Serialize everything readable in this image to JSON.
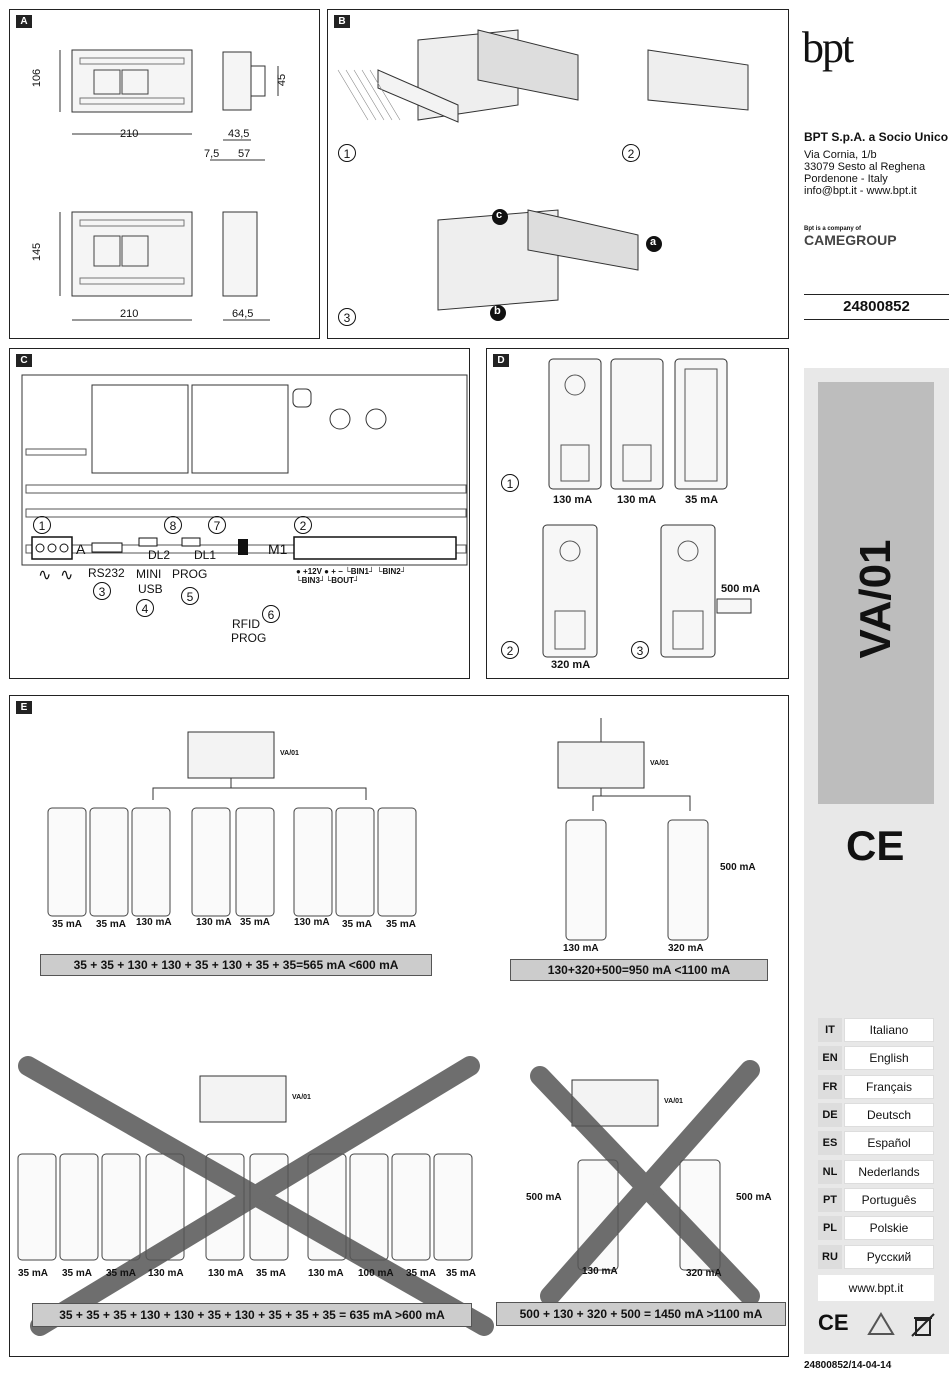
{
  "panels": {
    "a": "A",
    "b": "B",
    "c": "C",
    "d": "D",
    "e": "E"
  },
  "company": {
    "logo": "bpt",
    "name": "BPT S.p.A. a Socio Unico",
    "address": [
      "Via Cornia, 1/b",
      "33079 Sesto al Reghena",
      "Pordenone - Italy",
      "info@bpt.it - www.bpt.it"
    ],
    "group_small": "Bpt is a company of",
    "group_logo": "CAMEGROUP",
    "doc_code": "24800852"
  },
  "product": {
    "model": "VA/01",
    "ce": "CE"
  },
  "languages": [
    {
      "code": "IT",
      "name": "Italiano"
    },
    {
      "code": "EN",
      "name": "English"
    },
    {
      "code": "FR",
      "name": "Français"
    },
    {
      "code": "DE",
      "name": "Deutsch"
    },
    {
      "code": "ES",
      "name": "Español"
    },
    {
      "code": "NL",
      "name": "Nederlands"
    },
    {
      "code": "PT",
      "name": "Português"
    },
    {
      "code": "PL",
      "name": "Polskie"
    },
    {
      "code": "RU",
      "name": "Русский"
    }
  ],
  "website": "www.bpt.it",
  "footer_code": "24800852/14-04-14",
  "panel_a": {
    "h1": "106",
    "w1": "210",
    "d1": "45",
    "d2": "43,5",
    "d3": "7,5",
    "d4": "57",
    "h2": "145",
    "w2": "210",
    "d5": "64,5"
  },
  "panel_b": {
    "steps": [
      "1",
      "2",
      "3"
    ],
    "letters": [
      "a",
      "b",
      "c"
    ]
  },
  "panel_c": {
    "n1": "1",
    "n2": "2",
    "n3": "3",
    "n4": "4",
    "n5": "5",
    "n6": "6",
    "n7": "7",
    "n8": "8",
    "a": "A",
    "m1": "M1",
    "rs232": "RS232",
    "mini": "MINI",
    "usb": "USB",
    "prog": "PROG",
    "dl1": "DL1",
    "dl2": "DL2",
    "rfid": "RFID",
    "rfidprog": "PROG",
    "ac1": "∿",
    "ac2": "∿",
    "terminals": "● +12V ● + − └BIN1┘ └BIN2┘ └BIN3┘└BOUT┘"
  },
  "panel_d": {
    "n1": "1",
    "n2": "2",
    "n3": "3",
    "m1": "130 mA",
    "m2": "130 mA",
    "m3": "35 mA",
    "m4": "320 mA",
    "m5": "500 mA"
  },
  "panel_e": {
    "va": "VA/01",
    "ok1_labels": [
      "35 mA",
      "35 mA",
      "130 mA",
      "130 mA",
      "35 mA",
      "130 mA",
      "35 mA",
      "35 mA"
    ],
    "ok1_formula": "35 + 35 + 130 + 130 + 35 + 130 + 35 + 35=565 mA <600 mA",
    "ok2_labels": [
      "130 mA",
      "320 mA",
      "500 mA"
    ],
    "ok2_formula": "130+320+500=950 mA <1100 mA",
    "ko1_labels": [
      "35 mA",
      "35 mA",
      "35 mA",
      "130 mA",
      "130 mA",
      "35 mA",
      "130 mA",
      "100 mA",
      "35 mA",
      "35 mA"
    ],
    "ko1_formula": "35 + 35 + 35 + 130 + 130 + 35 + 130 + 35 + 35 + 35 = 635 mA >600 mA",
    "ko2_labels": [
      "500 mA",
      "500 mA",
      "130 mA",
      "320 mA"
    ],
    "ko2_formula": "500 + 130 + 320 + 500 = 1450 mA >1100 mA"
  }
}
